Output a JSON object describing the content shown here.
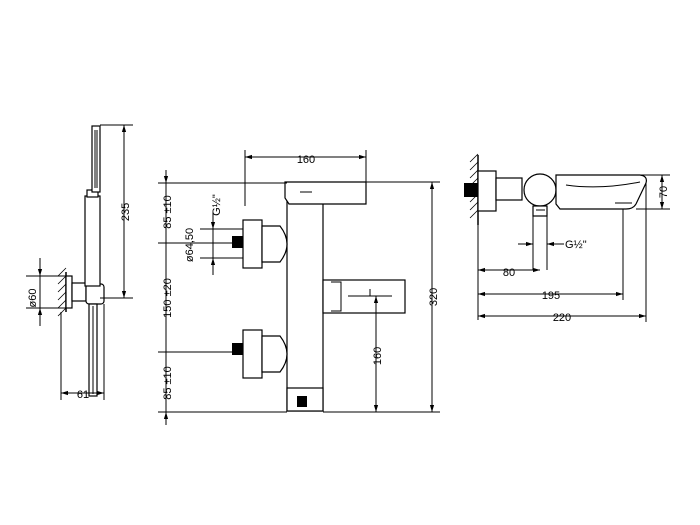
{
  "dimensions": {
    "hand_shower": {
      "length": "235",
      "bracket_diameter": "ø60",
      "offset": "61"
    },
    "front": {
      "width_top": "160",
      "top_offset": "85 ±10",
      "centers": "150 ±20",
      "bottom_offset": "85 ±10",
      "connection": "G½\"",
      "connection_diameter": "ø64,50",
      "total_height": "320",
      "spout_height": "160"
    },
    "side": {
      "height": "70",
      "outlet_thread": "G½\"",
      "to_outlet": "80",
      "to_spout_tip": "195",
      "total_depth": "220"
    }
  }
}
